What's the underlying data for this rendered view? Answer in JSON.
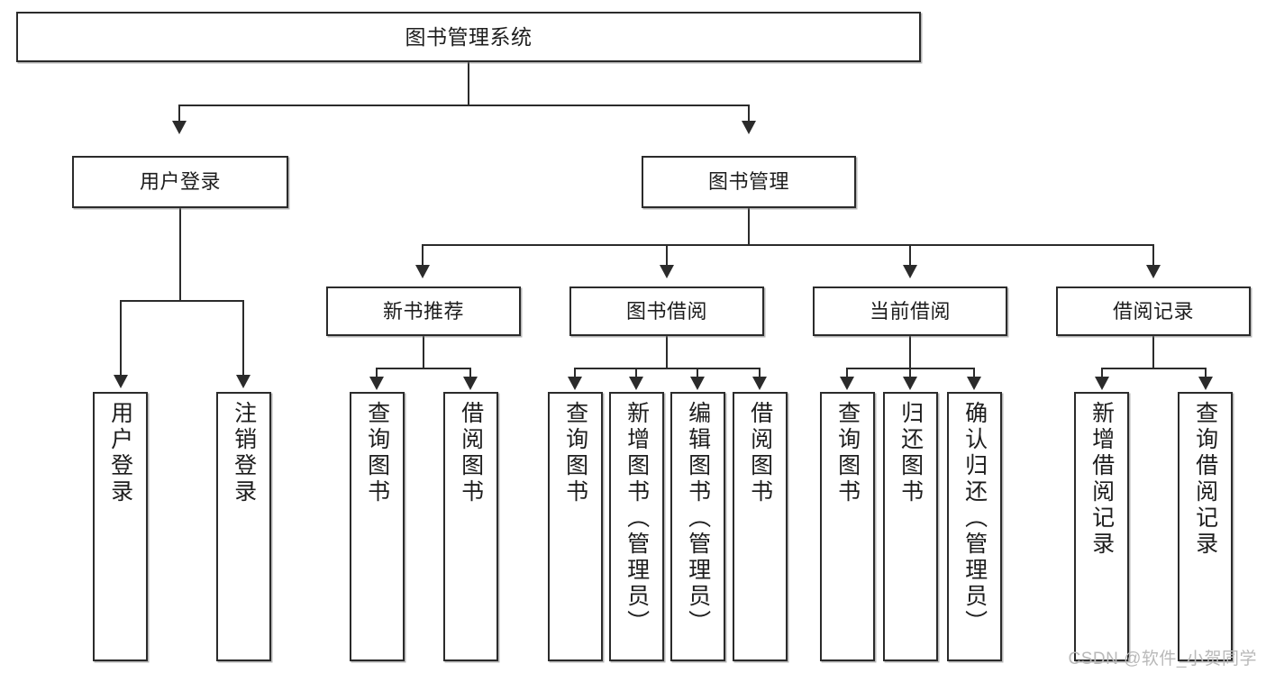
{
  "diagram": {
    "type": "tree",
    "title": "图书管理系统",
    "watermark": "CSDN @软件_小贺同学",
    "colors": {
      "background": "#ffffff",
      "box_border": "#2b2b2b",
      "box_fill": "#ffffff",
      "text": "#1d1d1d",
      "connector": "#2b2b2b",
      "watermark": "#b9b9b9"
    },
    "root": {
      "label": "图书管理系统"
    },
    "level2": [
      {
        "label": "用户登录"
      },
      {
        "label": "图书管理"
      }
    ],
    "level3": [
      {
        "label": "新书推荐"
      },
      {
        "label": "图书借阅"
      },
      {
        "label": "当前借阅"
      },
      {
        "label": "借阅记录"
      }
    ],
    "leaves": {
      "user_login": [
        {
          "label": "用户登录"
        },
        {
          "label": "注销登录"
        }
      ],
      "new_book": [
        {
          "label": "查询图书"
        },
        {
          "label": "借阅图书"
        }
      ],
      "book_borrow": [
        {
          "label": "查询图书"
        },
        {
          "label": "新增图书（管理员）"
        },
        {
          "label": "编辑图书（管理员）"
        },
        {
          "label": "借阅图书"
        }
      ],
      "current_borrow": [
        {
          "label": "查询图书"
        },
        {
          "label": "归还图书"
        },
        {
          "label": "确认归还（管理员）"
        }
      ],
      "borrow_record": [
        {
          "label": "新增借阅记录"
        },
        {
          "label": "查询借阅记录"
        }
      ]
    }
  }
}
